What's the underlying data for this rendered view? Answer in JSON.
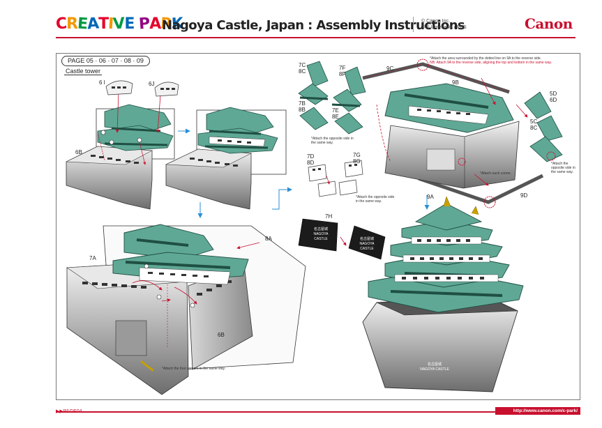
{
  "header": {
    "logo": [
      "C",
      "R",
      "E",
      "A",
      "T",
      "I",
      "V",
      "E",
      " ",
      "P",
      "A",
      "R",
      "K"
    ],
    "logo_colors": [
      "#e4002b",
      "#f39800",
      "#009944",
      "#0068b7",
      "#e4002b",
      "#f39800",
      "#009944",
      "#0068b7",
      "#ffffff",
      "#920783",
      "#e4002b",
      "#f39800",
      "#0068b7"
    ],
    "title": "Nagoya Castle, Japan : Assembly Instructions",
    "copyright_1": "© Canon Inc.",
    "copyright_2": "© S.Umekawa / PBS",
    "brand": "Canon"
  },
  "page_label": "PAGE 05 · 06 · 07 · 08 · 09",
  "section_title": "Castle tower",
  "part_labels": {
    "p6i": "6 I",
    "p6j": "6J",
    "p6b": "6B",
    "p8a": "8A",
    "p7a": "7A",
    "p6b2": "6B",
    "p7c": "7C",
    "p8c": "8C",
    "p7f": "7F",
    "p8f": "8F",
    "p7b": "7B",
    "p8b": "8B",
    "p7e": "7E",
    "p8e": "8E",
    "p9c": "9C",
    "p9b": "9B",
    "p5d": "5D",
    "p6d": "6D",
    "p5c": "5C",
    "p8c2": "8C",
    "p7d": "7D",
    "p8d": "8D",
    "p7g": "7G",
    "p8g": "8G",
    "p7h": "7H",
    "p9a": "9A",
    "p9d": "9D"
  },
  "notes": {
    "attach_reverse": "*Attach the area surrounded by the dotted line on 9A to the reverse side.",
    "attach_reverse_red": "NB: Attach 9A to the reverse side, aligning the top and bottom in the same way.",
    "opposite_1": "*Attach the opposite side in the same way.",
    "opposite_2": "*Attach the opposite side in the same way.",
    "opposite_3": "*Attach the opposite side in the same way.",
    "each_corner": "*Attach each corner.",
    "four_corners": "*Attach the four corners in the same way."
  },
  "sign_text": {
    "line1": "名古屋城",
    "line2": "NAGOYA CASTLE"
  },
  "colors": {
    "accent": "#c8102e",
    "roof": "#5fa895",
    "roof_dark": "#2f6b5c",
    "wall": "#9a9a9a"
  },
  "footer": {
    "page": "▶▶PAGE04",
    "url": "http://www.canon.com/c-park/"
  }
}
